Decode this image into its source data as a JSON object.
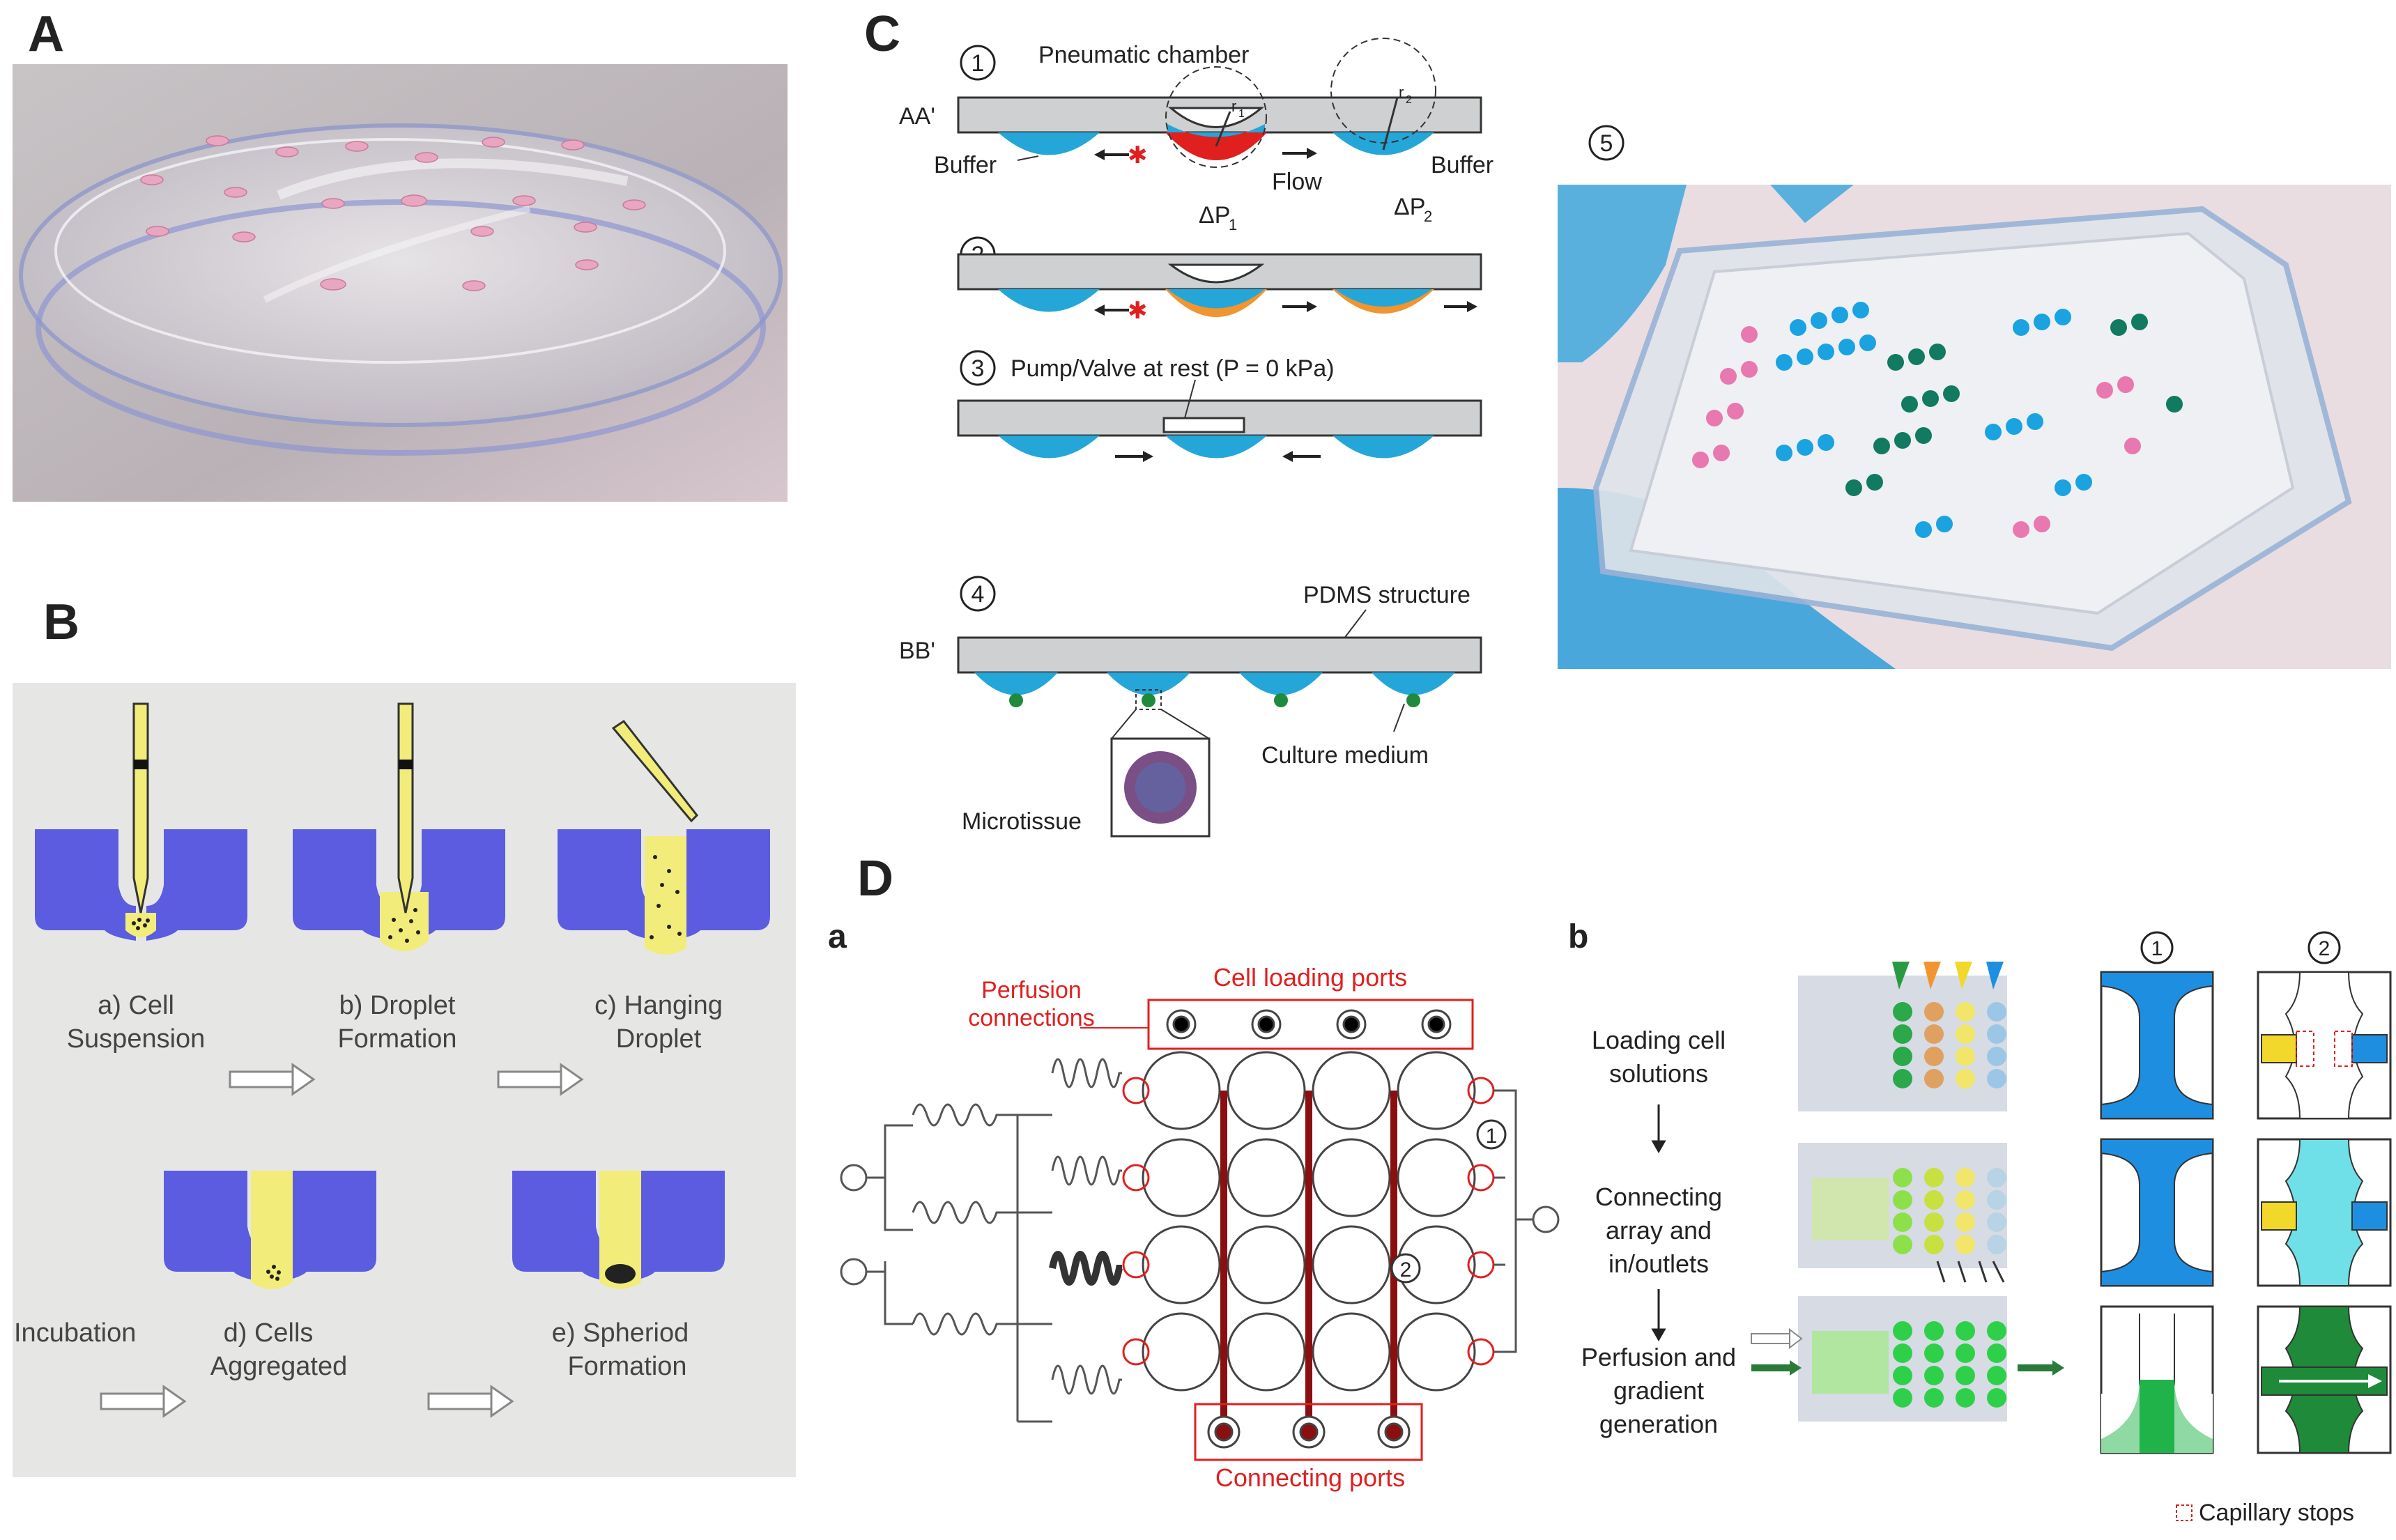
{
  "panels": {
    "A": {
      "letter": "A"
    },
    "B": {
      "letter": "B",
      "steps": {
        "a1": "a) Cell",
        "a2": "Suspension",
        "b1": "b) Droplet",
        "b2": "Formation",
        "c1": "c) Hanging",
        "c2": "Droplet",
        "d1": "d) Cells",
        "d2": "Aggregated",
        "e1": "e) Spheriod",
        "e2": "Formation"
      },
      "incubation": "Incubation"
    },
    "C": {
      "letter": "C",
      "n1": "1",
      "n2": "2",
      "n3": "3",
      "n4": "4",
      "n5": "5",
      "aa": "AA'",
      "bb": "BB'",
      "pneumatic": "Pneumatic chamber",
      "buffer_left": "Buffer",
      "buffer_right": "Buffer",
      "flow": "Flow",
      "dp1": "ΔP",
      "dp1_sub": "1",
      "dp2": "ΔP",
      "dp2_sub": "2",
      "r1": "r",
      "r1_sub": "1",
      "r2": "r",
      "r2_sub": "2",
      "pump_rest": "Pump/Valve at rest (P = 0 kPa)",
      "pdms": "PDMS structure",
      "culture": "Culture medium",
      "microtissue": "Microtissue"
    },
    "D": {
      "letter": "D",
      "sub_a": "a",
      "sub_b": "b",
      "perfusion1": "Perfusion",
      "perfusion2": "connections",
      "cell_loading": "Cell loading ports",
      "connecting_ports": "Connecting ports",
      "m1": "1",
      "m2": "2",
      "step1a": "Loading cell",
      "step1b": "solutions",
      "step2a": "Connecting",
      "step2b": "array and",
      "step2c": "in/outlets",
      "step3a": "Perfusion and",
      "step3b": "gradient",
      "step3c": "generation",
      "col1": "1",
      "col2": "2",
      "capillary": "Capillary stops"
    }
  },
  "colors": {
    "well_blue": "#5b5ce0",
    "yellow": "#f2ec7a",
    "buffer_blue": "#25a6d8",
    "red": "#e0201f",
    "orange": "#f09530",
    "dark_red": "#8b0f10",
    "channel_blue": "#1e8fe0",
    "green": "#1fb34a"
  }
}
